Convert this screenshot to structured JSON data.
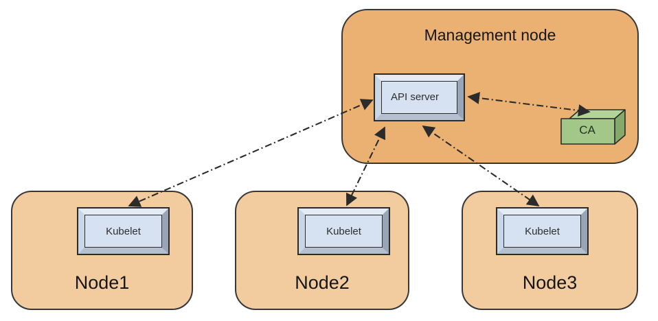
{
  "diagram": {
    "management_node": {
      "label": "Management node",
      "api_server": {
        "label": "API server"
      },
      "ca": {
        "label": "CA"
      }
    },
    "nodes": [
      {
        "label": "Node1",
        "component": "Kubelet"
      },
      {
        "label": "Node2",
        "component": "Kubelet"
      },
      {
        "label": "Node3",
        "component": "Kubelet"
      }
    ],
    "edges": [
      {
        "from": "Kubelet (Node1)",
        "to": "API server",
        "style": "dash-dot",
        "bidirectional": true,
        "description": "Kubelet on Node1 communicates with API server"
      },
      {
        "from": "Kubelet (Node2)",
        "to": "API server",
        "style": "dash-dot",
        "bidirectional": true,
        "description": "Kubelet on Node2 communicates with API server"
      },
      {
        "from": "Kubelet (Node3)",
        "to": "API server",
        "style": "dash-dot",
        "bidirectional": true,
        "description": "Kubelet on Node3 communicates with API server"
      },
      {
        "from": "API server",
        "to": "CA",
        "style": "dash-dot",
        "bidirectional": true,
        "description": "API server communicates with CA"
      }
    ],
    "colors": {
      "management_fill": "#ebb173",
      "worker_fill": "#f2cb9e",
      "component_face": "#d6e2f1",
      "ca_front": "#a3c689",
      "ca_top": "#b2d399",
      "ca_side": "#84a968",
      "stroke": "#2b2b2b"
    }
  }
}
